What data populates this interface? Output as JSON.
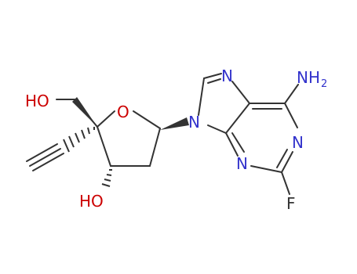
{
  "molecule": {
    "atoms": {
      "hydroxymethyl_o": "HO",
      "ring_o": "O",
      "n9": "N",
      "n7": "N",
      "amino_n": "N",
      "amino_h": "H",
      "amino_h_count": "2",
      "n1": "N",
      "n3": "N",
      "fluorine": "F",
      "hydroxyl_o": "HO"
    },
    "colors": {
      "nitrogen": "#3333cc",
      "oxygen": "#cc0000",
      "fluorine": "#333333",
      "bond": "#333333",
      "background": "#ffffff"
    }
  }
}
